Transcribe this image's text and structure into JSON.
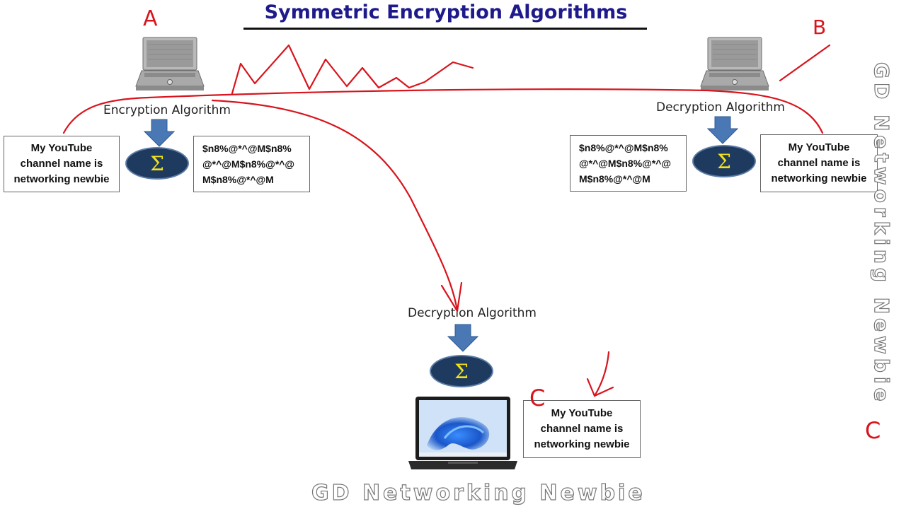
{
  "title": "Symmetric Encryption Algorithms",
  "sender": {
    "algorithm_label": "Encryption Algorithm",
    "plaintext_lines": [
      "My YouTube",
      "channel name is",
      "networking newbie"
    ],
    "ciphertext_lines": [
      "$n8%@*^@M$n8%",
      "@*^@M$n8%@*^@",
      "M$n8%@*^@M"
    ],
    "handwritten_mark": "A"
  },
  "receiver_b": {
    "algorithm_label": "Decryption Algorithm",
    "ciphertext_lines": [
      "$n8%@*^@M$n8%",
      "@*^@M$n8%@*^@",
      "M$n8%@*^@M"
    ],
    "plaintext_lines": [
      "My YouTube",
      "channel name is",
      "networking newbie"
    ],
    "handwritten_mark": "B"
  },
  "receiver_c": {
    "algorithm_label": "Decryption Algorithm",
    "plaintext_lines": [
      "My YouTube",
      "channel name is",
      "networking newbie"
    ],
    "handwritten_mark": "C"
  },
  "handwritten_mark_right": "C",
  "sigma_symbol": "Σ",
  "watermark_bottom": "GD Networking Newbie",
  "watermark_side": "GD Networking Newbie",
  "colors": {
    "title": "#1e1a8c",
    "ink_annotation": "#d8141c",
    "arrow": "#4a78b5",
    "sigma_fill": "#1f3a5f",
    "sigma_glyph": "#f2e21a"
  },
  "icons": [
    "laptop-icon-a",
    "laptop-icon-b",
    "laptop-icon-c",
    "down-arrow-icon",
    "sigma-icon"
  ]
}
